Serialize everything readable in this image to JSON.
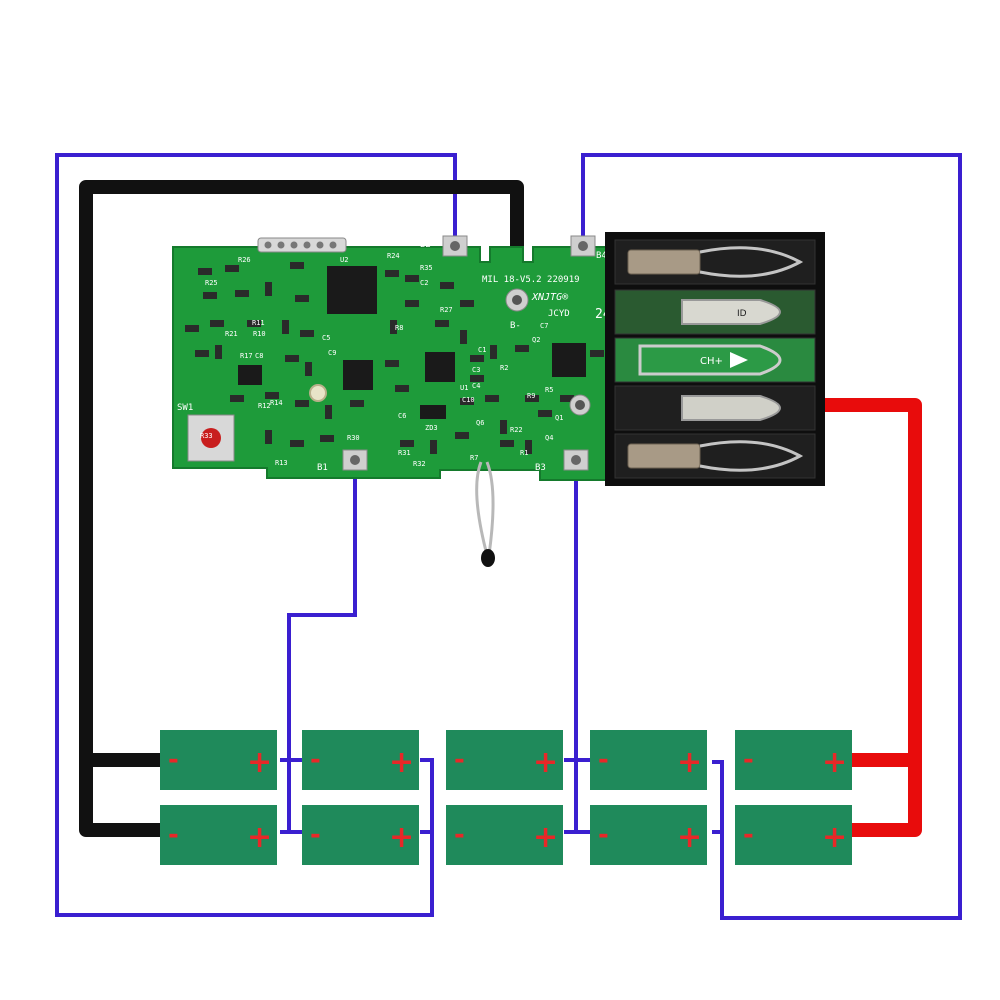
{
  "colors": {
    "background": "#ffffff",
    "pcb_green": "#1e9b3a",
    "cell_green": "#1f8a5b",
    "balance_wire": "#3a1fd0",
    "negative_wire": "#111111",
    "positive_wire": "#e80c0c",
    "polarity_mark": "#e82828"
  },
  "pcb": {
    "model_label": "MIL 18-V5.2 220919",
    "brand_label": "XNJTG®",
    "code_label": "JCYD",
    "voltage_label": "24",
    "switch_label": "SW1",
    "pads": {
      "b1": "B1",
      "b2": "B2",
      "b3": "B3",
      "b4": "B4",
      "b_minus": "B-"
    },
    "connector_labels": {
      "id": "ID",
      "charge": "CH+"
    },
    "silk_labels": [
      "R25",
      "R26",
      "R24",
      "R35",
      "U2",
      "C2",
      "R11",
      "R13",
      "R14",
      "R10",
      "R21",
      "R17",
      "C8",
      "R12",
      "C5",
      "C9",
      "U1",
      "C3",
      "C4",
      "C10",
      "R2",
      "R9",
      "R5",
      "Q2",
      "C7",
      "C6",
      "R32",
      "R31",
      "R1",
      "R30",
      "Q6",
      "R22",
      "Q1",
      "Q4",
      "R7",
      "R8",
      "R33",
      "ZD3",
      "R27",
      "C1"
    ]
  },
  "cells": [
    {
      "row": "top",
      "index": 1,
      "minus": "-",
      "plus": "+"
    },
    {
      "row": "top",
      "index": 2,
      "minus": "-",
      "plus": "+"
    },
    {
      "row": "top",
      "index": 3,
      "minus": "-",
      "plus": "+"
    },
    {
      "row": "top",
      "index": 4,
      "minus": "-",
      "plus": "+"
    },
    {
      "row": "top",
      "index": 5,
      "minus": "-",
      "plus": "+"
    },
    {
      "row": "bottom",
      "index": 1,
      "minus": "-",
      "plus": "+"
    },
    {
      "row": "bottom",
      "index": 2,
      "minus": "-",
      "plus": "+"
    },
    {
      "row": "bottom",
      "index": 3,
      "minus": "-",
      "plus": "+"
    },
    {
      "row": "bottom",
      "index": 4,
      "minus": "-",
      "plus": "+"
    },
    {
      "row": "bottom",
      "index": 5,
      "minus": "-",
      "plus": "+"
    }
  ]
}
